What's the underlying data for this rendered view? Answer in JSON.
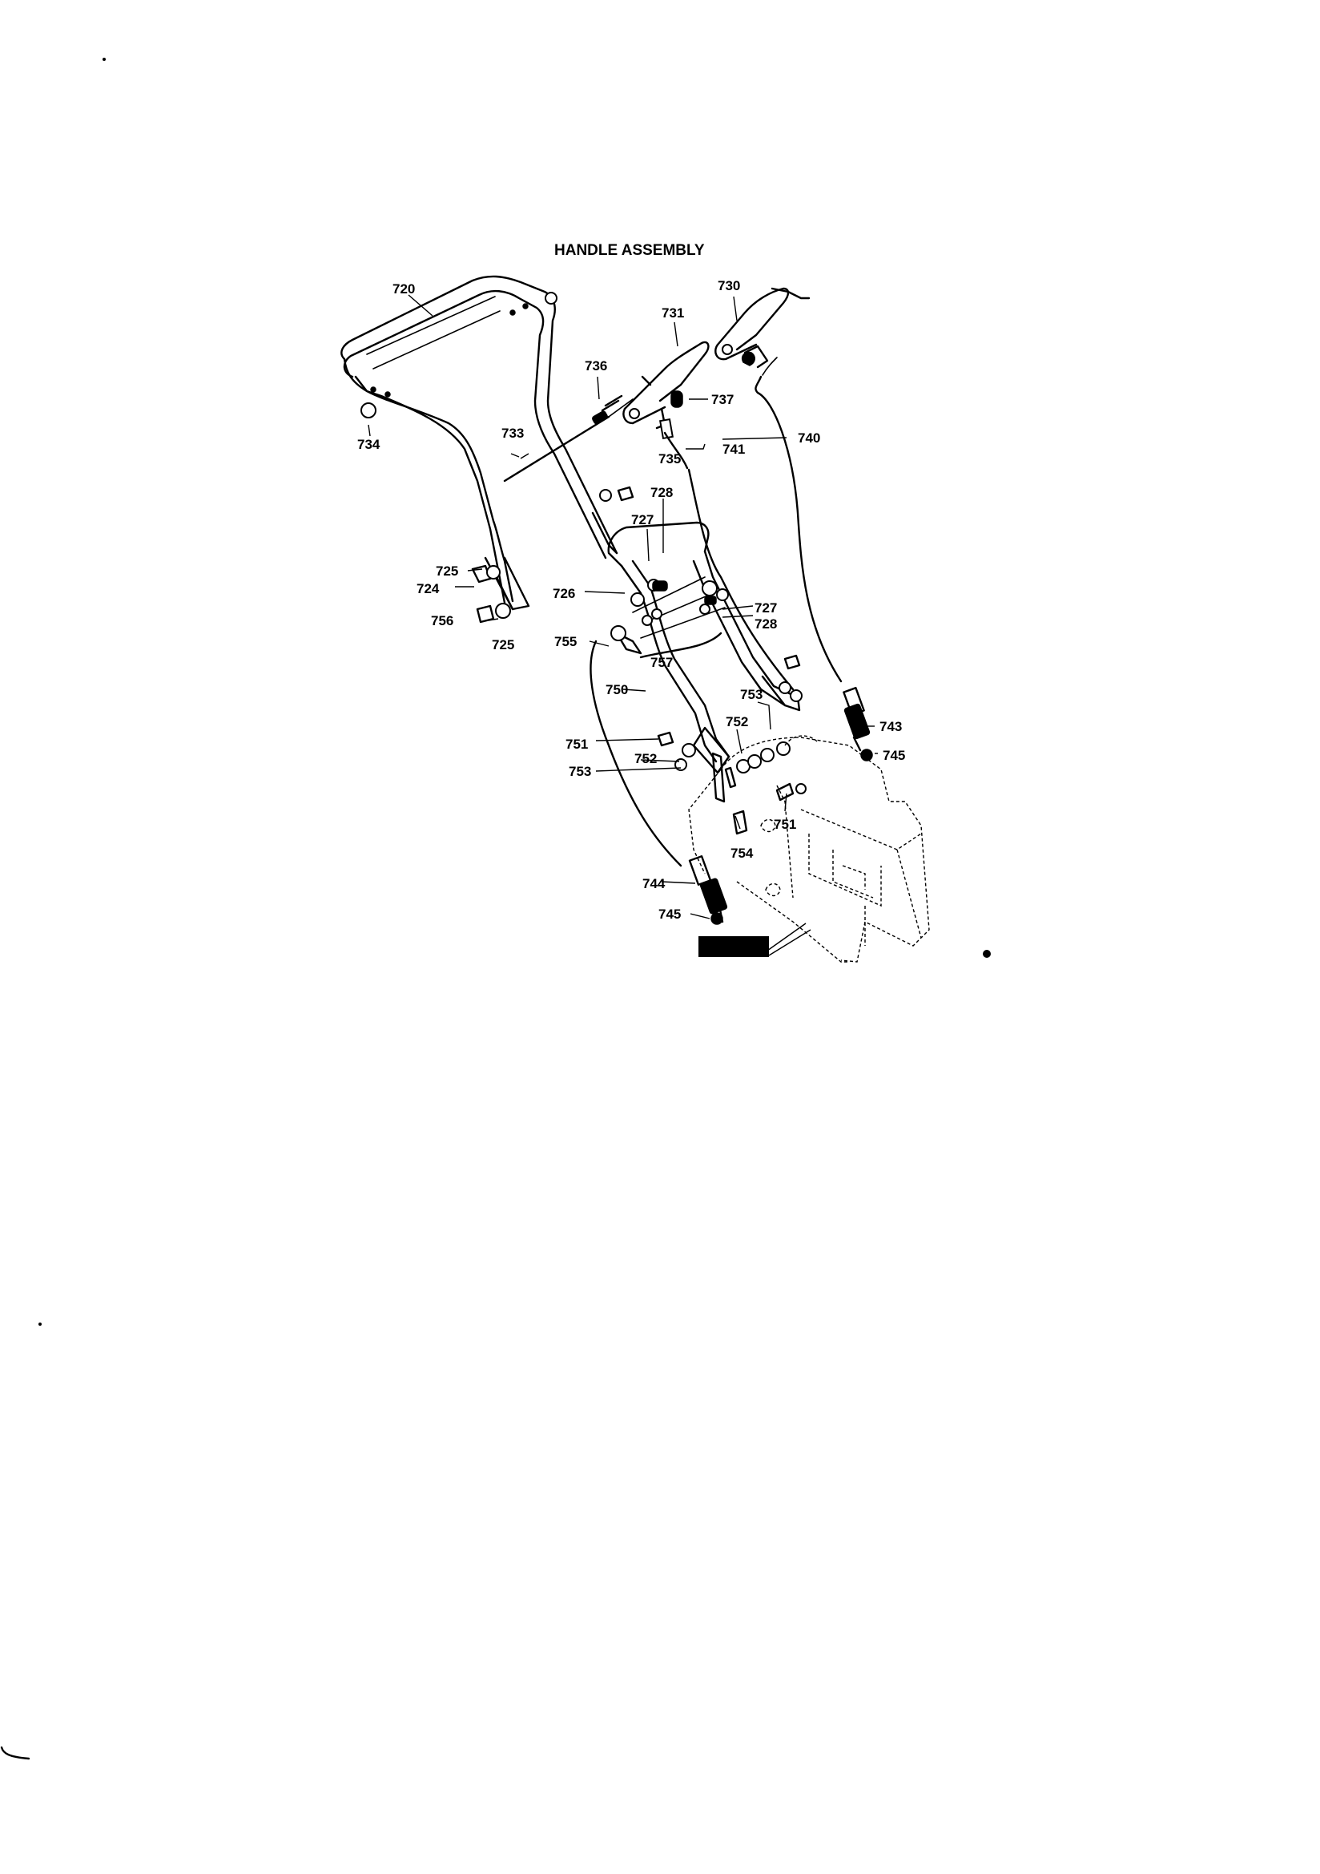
{
  "title": "HANDLE ASSEMBLY",
  "callouts": {
    "c720": "720",
    "c730": "730",
    "c731": "731",
    "c736": "736",
    "c737": "737",
    "c734": "734",
    "c733": "733",
    "c735": "735",
    "c741": "741",
    "c740": "740",
    "c728a": "728",
    "c727a": "727",
    "c725a": "725",
    "c724": "724",
    "c726": "726",
    "c727b": "727",
    "c728b": "728",
    "c756": "756",
    "c725b": "725",
    "c755": "755",
    "c757": "757",
    "c750": "750",
    "c753a": "753",
    "c752a": "752",
    "c743": "743",
    "c745a": "745",
    "c751a": "751",
    "c752b": "752",
    "c753b": "753",
    "c751b": "751",
    "c754": "754",
    "c744": "744",
    "c745b": "745"
  }
}
